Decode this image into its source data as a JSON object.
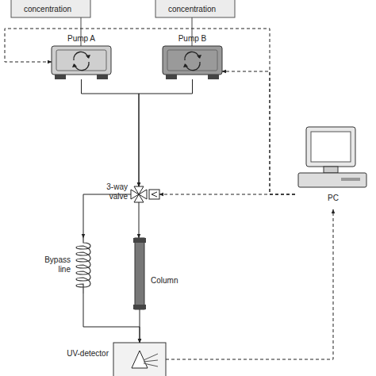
{
  "diagram": {
    "nodes": [
      {
        "text": [
          "Pump A"
        ]
      },
      {
        "text": [
          "Pump B"
        ]
      },
      {
        "text": [
          "3-way valve"
        ]
      },
      {
        "text": [
          "Bypass line"
        ]
      },
      {
        "text": [
          "Column"
        ]
      },
      {
        "text": [
          "UV-detector"
        ]
      },
      {
        "text": [
          "PC"
        ]
      }
    ],
    "edges": [
      {
        "from": 0,
        "to": 2,
        "arrow": "to"
      },
      {
        "from": 1,
        "to": 2,
        "arrow": "to"
      },
      {
        "from": 2,
        "to": 3,
        "arrow": "to"
      },
      {
        "from": 2,
        "to": 4,
        "arrow": "to"
      },
      {
        "from": 3,
        "to": 5,
        "arrow": "to"
      },
      {
        "from": 4,
        "to": 5,
        "arrow": "to"
      },
      {
        "from": 6,
        "to": 2,
        "arrow": "to"
      },
      {
        "from": 6,
        "to": 0,
        "arrow": "to"
      },
      {
        "from": 6,
        "to": 1,
        "arrow": "to"
      },
      {
        "from": 5,
        "to": 6,
        "arrow": "to"
      }
    ],
    "labels": [
      "concentration",
      "concentration"
    ]
  }
}
